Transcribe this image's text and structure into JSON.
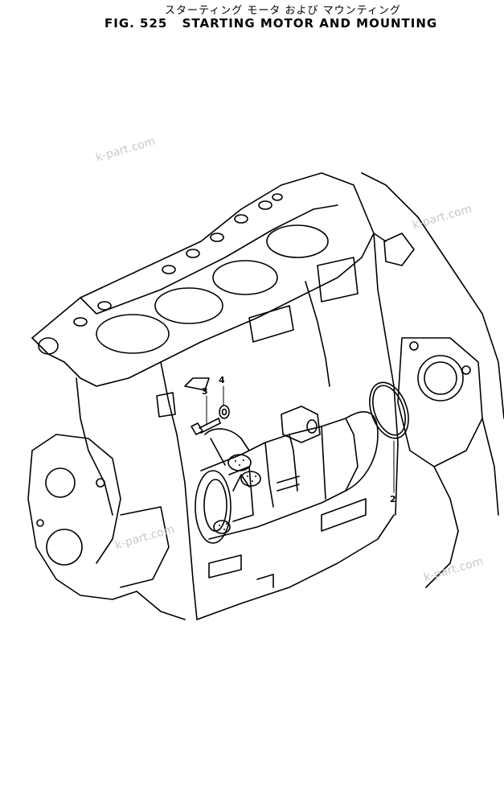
{
  "title": {
    "japanese": "スターティング モータ および マウンティング",
    "figure_number": "FIG. 525",
    "english": "STARTING MOTOR AND MOUNTING"
  },
  "watermarks": [
    "k-part.com",
    "k-part.com",
    "k-part.com",
    "k-part.com"
  ],
  "callouts": [
    "3",
    "4",
    "2"
  ]
}
